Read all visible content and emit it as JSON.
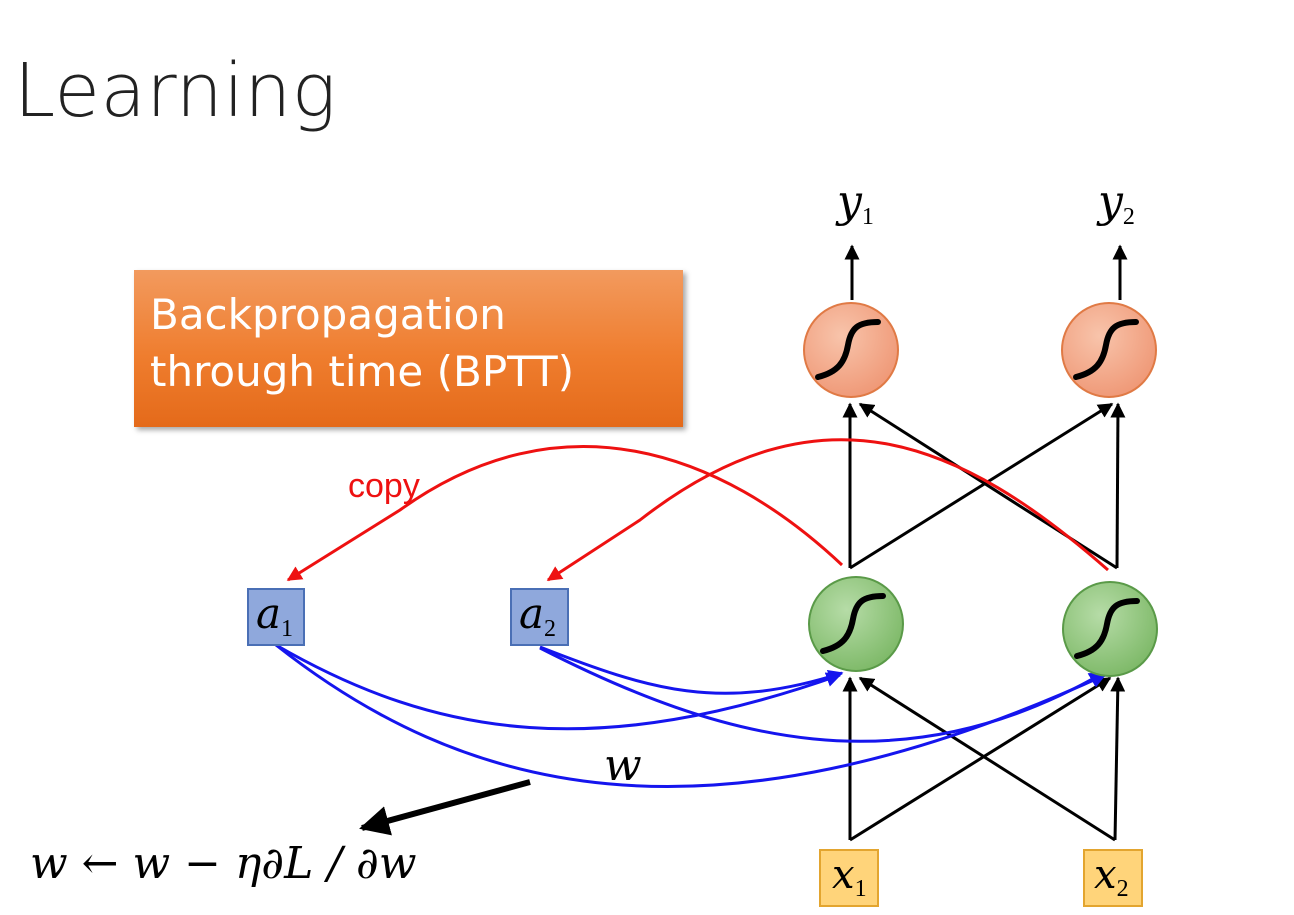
{
  "slide": {
    "title": "Learning"
  },
  "callout": {
    "line1": "Backpropagation",
    "line2": "through time (BPTT)",
    "color": "#ef7d2e"
  },
  "labels": {
    "copy": "copy",
    "weight": "w",
    "update_rule": "w ← w − η∂L / ∂w"
  },
  "nodes": {
    "outputs": [
      {
        "symbol": "y",
        "index": "1"
      },
      {
        "symbol": "y",
        "index": "2"
      }
    ],
    "memory": [
      {
        "symbol": "a",
        "index": "1"
      },
      {
        "symbol": "a",
        "index": "2"
      }
    ],
    "inputs": [
      {
        "symbol": "x",
        "index": "1"
      },
      {
        "symbol": "x",
        "index": "2"
      }
    ]
  },
  "colors": {
    "copy_arrow": "#ee1111",
    "weight_arrow": "#1515ee",
    "hidden_neuron": "#8cc47a",
    "output_neuron": "#f4a07d",
    "memory_box": "#8fa8dc",
    "input_box": "#ffd47a"
  }
}
